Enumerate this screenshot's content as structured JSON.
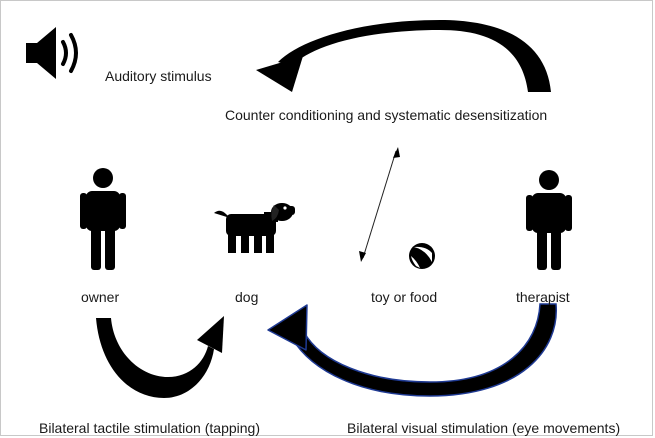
{
  "labels": {
    "auditory": "Auditory stimulus",
    "counter": "Counter conditioning and systematic desensitization",
    "owner": "owner",
    "dog": "dog",
    "toy": "toy or food",
    "therapist": "therapist",
    "tactile": "Bilateral tactile stimulation (tapping)",
    "visual": "Bilateral visual stimulation (eye movements)"
  },
  "icons": {
    "speaker": "speaker-icon",
    "owner": "person-icon",
    "dog": "dog-icon",
    "ball": "ball-icon",
    "therapist": "person-icon"
  },
  "colors": {
    "ink": "#000000",
    "visual_arrow_outline": "#1f3a93"
  }
}
